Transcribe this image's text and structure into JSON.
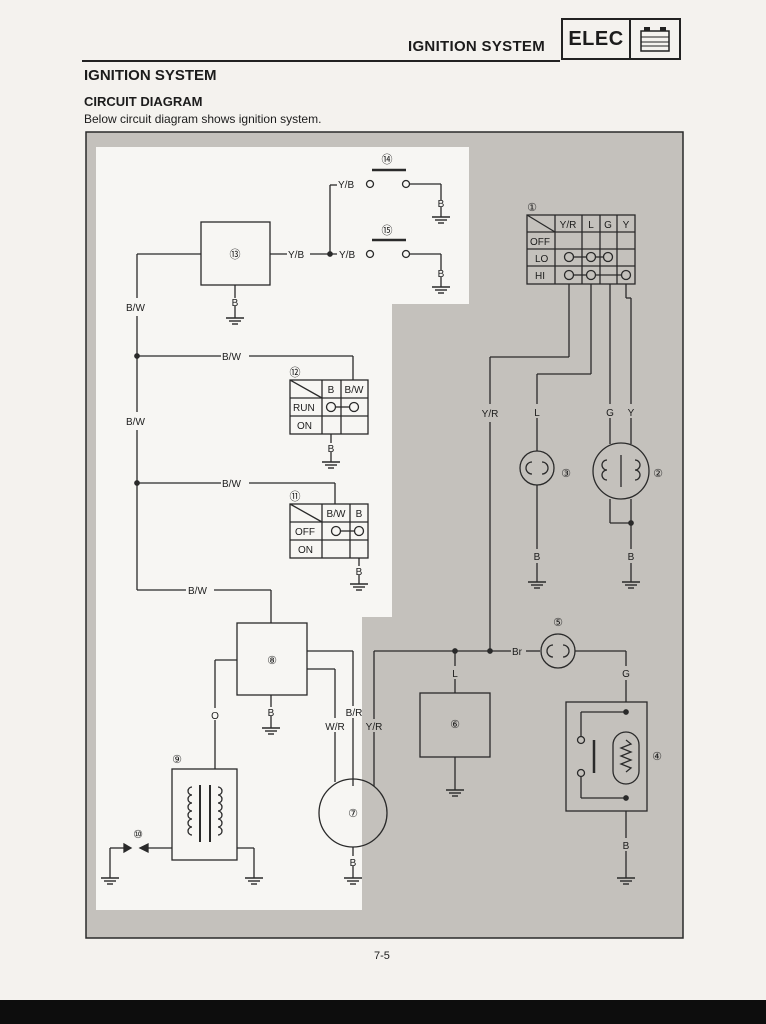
{
  "header": {
    "section": "IGNITION SYSTEM",
    "badge": "ELEC"
  },
  "page": {
    "title": "IGNITION SYSTEM",
    "subtitle": "CIRCUIT DIAGRAM",
    "description": "Below circuit diagram shows ignition system.",
    "page_number": "7-5"
  },
  "diagram": {
    "components": {
      "c1": "①",
      "c2": "②",
      "c3": "③",
      "c4": "④",
      "c5": "⑤",
      "c6": "⑥",
      "c7": "⑦",
      "c8": "⑧",
      "c9": "⑨",
      "c10": "⑩",
      "c11": "⑪",
      "c12": "⑫",
      "c13": "⑬",
      "c14": "⑭",
      "c15": "⑮"
    },
    "wires": {
      "YB": "Y/B",
      "B": "B",
      "BW": "B/W",
      "YR": "Y/R",
      "L": "L",
      "G": "G",
      "Y": "Y",
      "Br": "Br",
      "O": "O",
      "BR": "B/R",
      "WR": "W/R"
    },
    "switch1": {
      "cols": [
        "Y/R",
        "L",
        "G",
        "Y"
      ],
      "rows": [
        "OFF",
        "LO",
        "HI"
      ]
    },
    "switch12": {
      "cols": [
        "B",
        "B/W"
      ],
      "rows": [
        "RUN",
        "ON"
      ]
    },
    "switch11": {
      "cols": [
        "B/W",
        "B"
      ],
      "rows": [
        "OFF",
        "ON"
      ]
    }
  }
}
